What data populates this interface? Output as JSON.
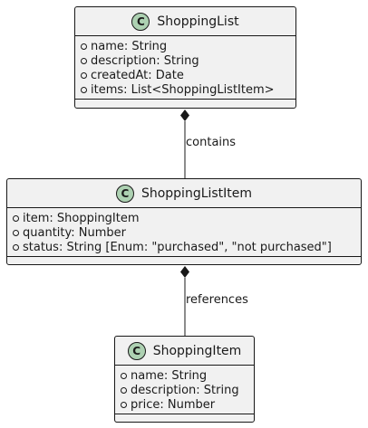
{
  "classes": [
    {
      "name": "ShoppingList",
      "stereotype_letter": "C",
      "attributes": [
        "name: String",
        "description: String",
        "createdAt: Date",
        "items: List<ShoppingListItem>"
      ]
    },
    {
      "name": "ShoppingListItem",
      "stereotype_letter": "C",
      "attributes": [
        "item: ShoppingItem",
        "quantity: Number",
        "status: String [Enum: \"purchased\", \"not purchased\"]"
      ]
    },
    {
      "name": "ShoppingItem",
      "stereotype_letter": "C",
      "attributes": [
        "name: String",
        "description: String",
        "price: Number"
      ]
    }
  ],
  "relations": [
    {
      "from": "ShoppingList",
      "to": "ShoppingListItem",
      "type": "composition",
      "label": "contains"
    },
    {
      "from": "ShoppingListItem",
      "to": "ShoppingItem",
      "type": "composition",
      "label": "references"
    }
  ],
  "colors": {
    "class_fill": "#f1f1f1",
    "class_border": "#181818",
    "badge_fill": "#add1b2"
  }
}
